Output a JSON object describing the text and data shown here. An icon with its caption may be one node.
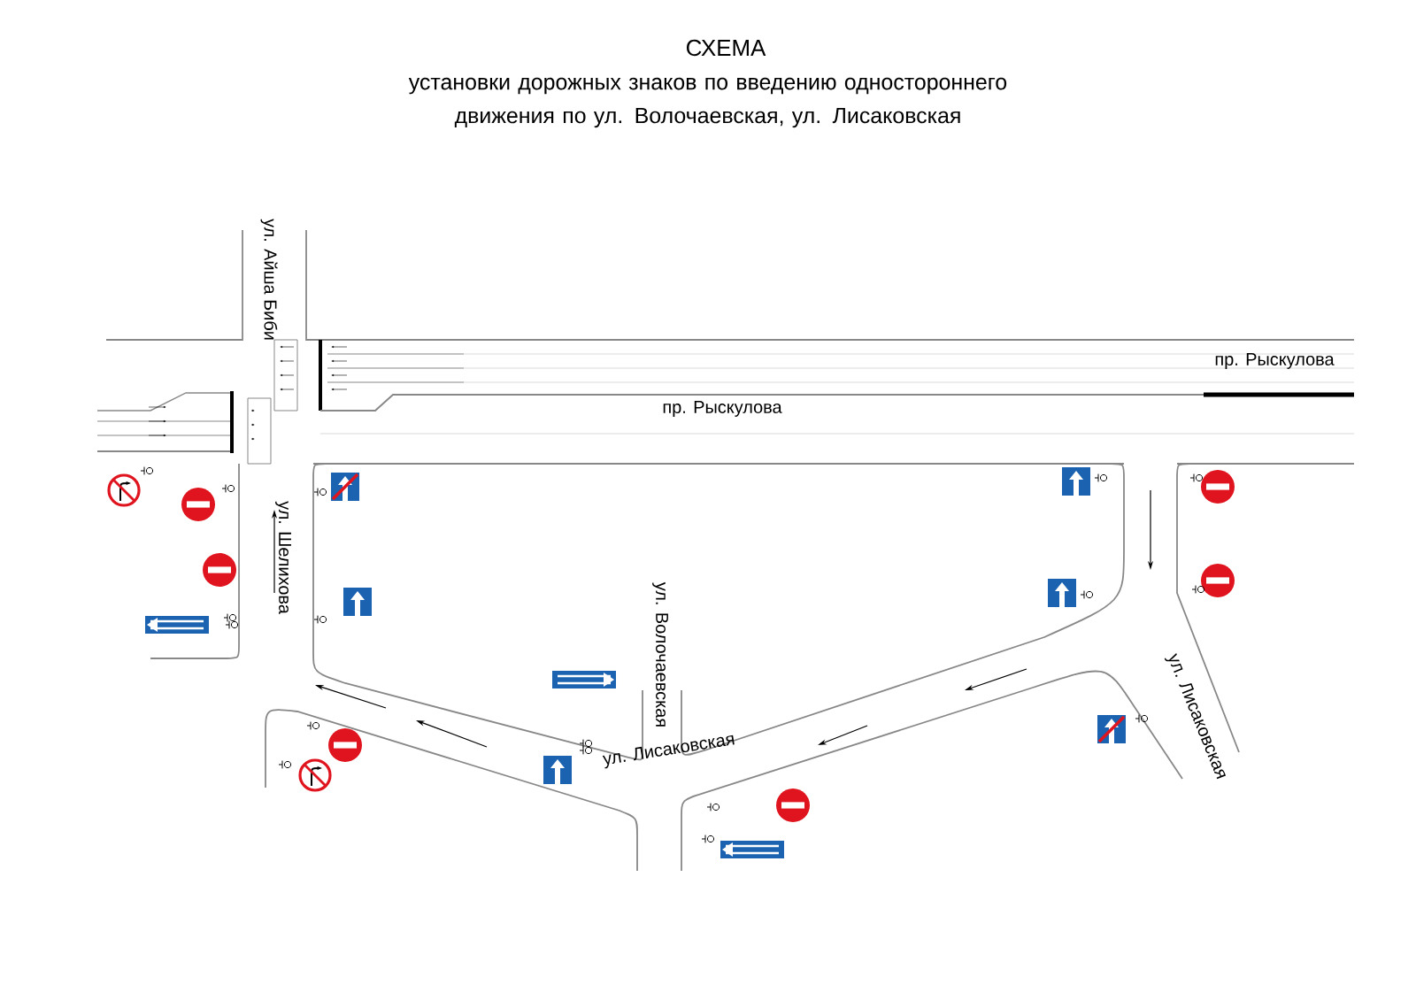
{
  "diagram": {
    "title": "СХЕМА",
    "labels": [
      "установки дорожных знаков по введению одностороннего движения по ул. Волочаевская, ул. Лисаковская",
      "ул. Айша Биби",
      "пр. Рыскулова",
      "пр. Рыскулова",
      "ул. Шелихова",
      "ул. Волочаевская",
      "ул. Лисаковская",
      "ул. Лисаковская"
    ]
  }
}
